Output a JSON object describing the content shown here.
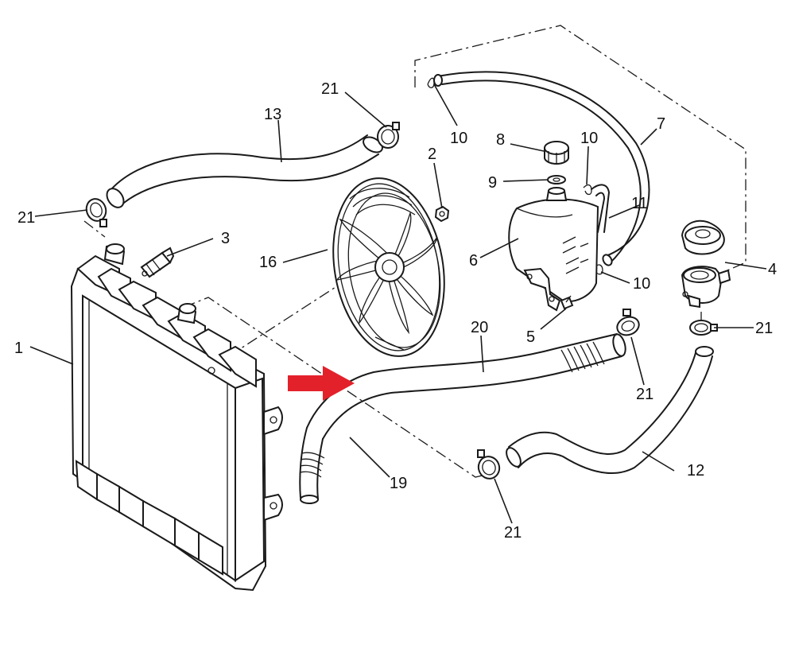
{
  "colors": {
    "line": "#1a1a1a",
    "arrow": "#e3212b",
    "background": "#ffffff"
  },
  "callouts": [
    {
      "id": "c1",
      "text": "1"
    },
    {
      "id": "c2",
      "text": "2"
    },
    {
      "id": "c3",
      "text": "3"
    },
    {
      "id": "c4",
      "text": "4"
    },
    {
      "id": "c5",
      "text": "5"
    },
    {
      "id": "c6",
      "text": "6"
    },
    {
      "id": "c7",
      "text": "7"
    },
    {
      "id": "c8",
      "text": "8"
    },
    {
      "id": "c9",
      "text": "9"
    },
    {
      "id": "c10a",
      "text": "10"
    },
    {
      "id": "c10b",
      "text": "10"
    },
    {
      "id": "c10c",
      "text": "10"
    },
    {
      "id": "c11",
      "text": "11"
    },
    {
      "id": "c12",
      "text": "12"
    },
    {
      "id": "c13",
      "text": "13"
    },
    {
      "id": "c16",
      "text": "16"
    },
    {
      "id": "c19",
      "text": "19"
    },
    {
      "id": "c20",
      "text": "20"
    },
    {
      "id": "c21a",
      "text": "21"
    },
    {
      "id": "c21b",
      "text": "21"
    },
    {
      "id": "c21c",
      "text": "21"
    },
    {
      "id": "c21d",
      "text": "21"
    },
    {
      "id": "c21e",
      "text": "21"
    }
  ]
}
